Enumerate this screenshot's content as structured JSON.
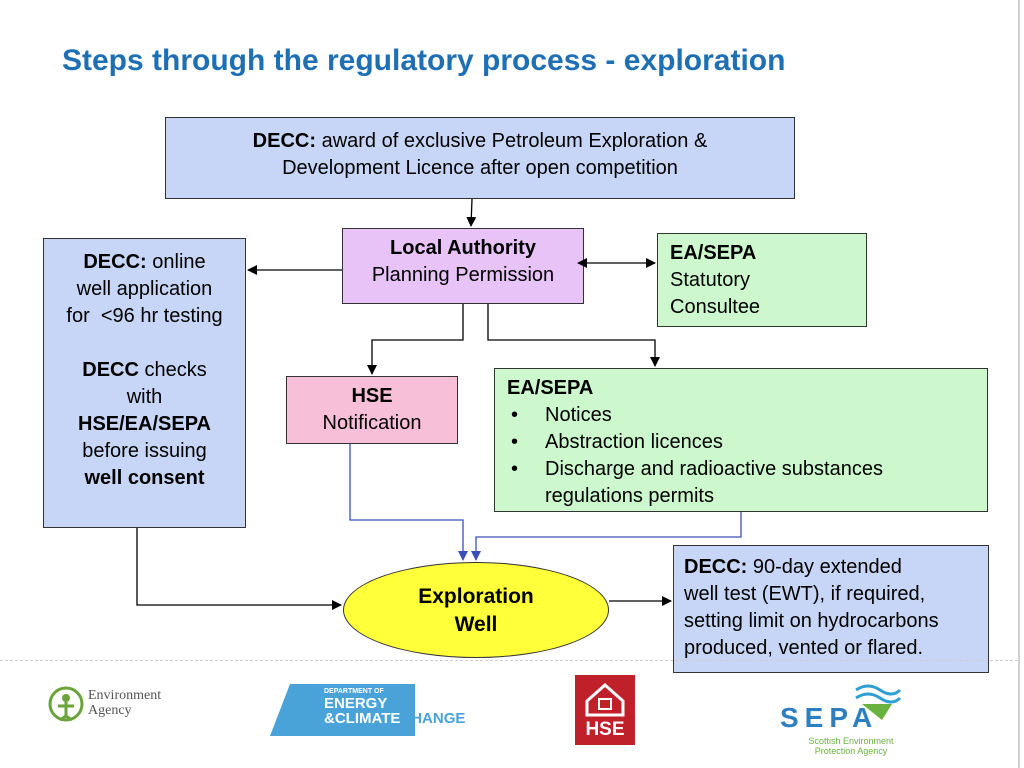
{
  "title": "Steps through the regulatory process - exploration",
  "licence_box": {
    "org": "DECC:",
    "text_line1": " award of exclusive Petroleum Exploration &",
    "text_line2": "Development Licence after open competition"
  },
  "la_box": {
    "title": "Local Authority",
    "subtitle": "Planning Permission"
  },
  "easepa_consultee": {
    "title": "EA/SEPA",
    "line1": "Statutory",
    "line2": "Consultee"
  },
  "decc_left": {
    "p1_bold": "DECC:",
    "p1_line1": " online",
    "p1_line2": "well application",
    "p1_line3": "for  <96 hr testing",
    "p2_bold": "DECC",
    "p2_line1": " checks",
    "p2_line2": "with",
    "p2_bold2": "HSE/EA/SEPA",
    "p2_line3": "before issuing",
    "p2_bold3": "well consent"
  },
  "hse_box": {
    "title": "HSE",
    "subtitle": "Notification"
  },
  "easepa_permits": {
    "title": "EA/SEPA",
    "items": [
      "Notices",
      "Abstraction licences",
      "Discharge and radioactive substances regulations permits"
    ]
  },
  "exploration_well": {
    "line1": "Exploration",
    "line2": "Well"
  },
  "ewt_box": {
    "org": "DECC:",
    "line1": " 90-day extended",
    "line2": "well test (EWT), if required,",
    "line3": "setting limit on hydrocarbons",
    "line4": "produced, vented or flared."
  },
  "logos": {
    "ea": {
      "line1": "Environment",
      "line2": "Agency"
    },
    "decc": {
      "line1": "DEPARTMENT OF",
      "line2": "ENERGY",
      "line3": "&CLIMATE",
      "line4": "CHANGE"
    },
    "hse": {
      "text": "HSE"
    },
    "sepa": {
      "name": "SEPA",
      "line1": "Scottish Environment",
      "line2": "Protection Agency"
    }
  },
  "colors": {
    "title": "#1f6fb5",
    "blue_box": "#c7d6f6",
    "purple_box": "#e7c3f8",
    "green_box": "#cdf8cd",
    "pink_box": "#f8c0d8",
    "ellipse": "#ffff3a",
    "connector_blue": "#3b4fb8"
  }
}
